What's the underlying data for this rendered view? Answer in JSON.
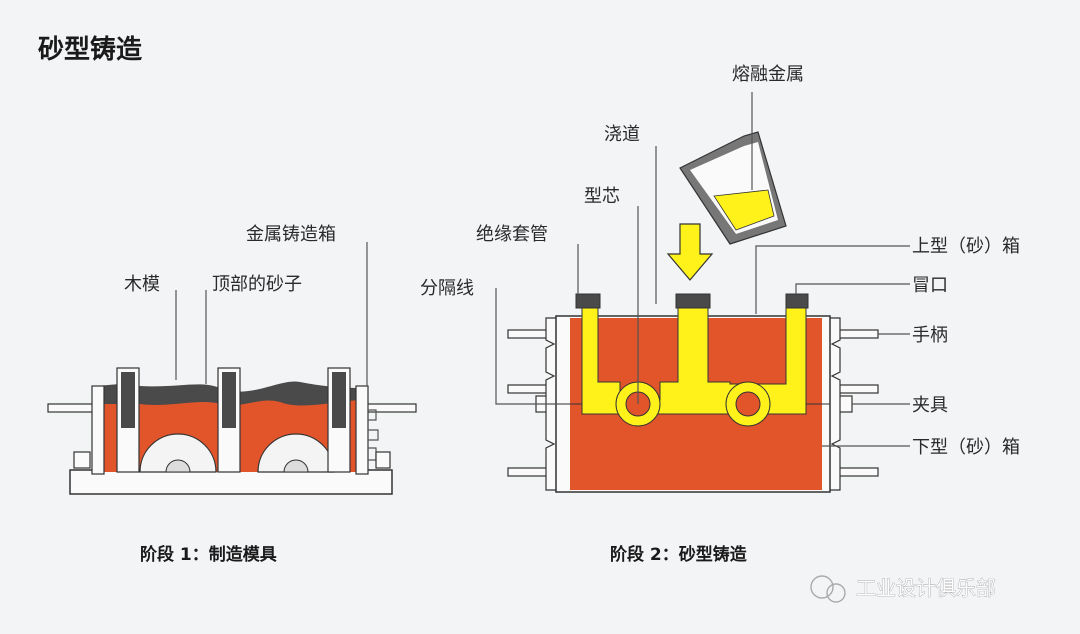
{
  "title": "砂型铸造",
  "stage1": {
    "caption": "阶段 1：制造模具",
    "labels": {
      "casting_box": "金属铸造箱",
      "wood_pattern": "木模",
      "top_sand": "顶部的砂子"
    }
  },
  "stage2": {
    "caption": "阶段 2：砂型铸造",
    "labels": {
      "molten_metal": "熔融金属",
      "sprue": "浇道",
      "core": "型芯",
      "insulating_sleeve": "绝缘套管",
      "parting_line": "分隔线",
      "cope": "上型（砂）箱",
      "riser": "冒口",
      "handle": "手柄",
      "clamp": "夹具",
      "drag": "下型（砂）箱"
    }
  },
  "watermark": "工业设计俱乐部",
  "colors": {
    "sand": "#e2552b",
    "metal": "#fff21a",
    "dark_sand": "#4a4a4a",
    "outline": "#333333"
  }
}
